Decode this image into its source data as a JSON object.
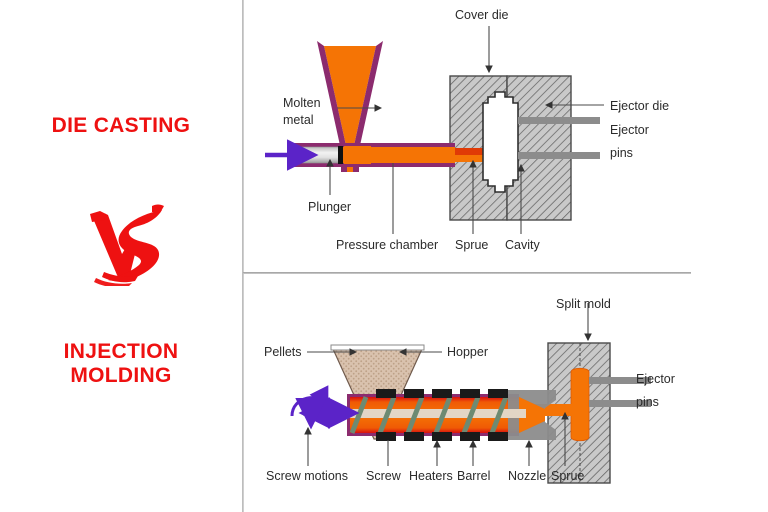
{
  "page": {
    "background": "#ffffff",
    "accent_red": "#ee1111",
    "molten_orange": "#f57405",
    "outline_purple": "#8c2b6e",
    "arrow_purple": "#5b23c8",
    "die_gray": "#c8c8c8",
    "pellet_tan": "#d7bfab",
    "screw_green": "#6d8a72",
    "heater_black": "#1a1a1a",
    "divider_gray": "#a9a9a9"
  },
  "left_panel": {
    "top_title": "DIE CASTING",
    "vs_mark": "VS",
    "bottom_title_line1": "INJECTION",
    "bottom_title_line2": "MOLDING"
  },
  "die_casting": {
    "labels": {
      "cover_die": "Cover die",
      "molten_metal_line1": "Molten",
      "molten_metal_line2": "metal",
      "plunger": "Plunger",
      "pressure_chamber": "Pressure chamber",
      "sprue": "Sprue",
      "cavity": "Cavity",
      "ejector_die": "Ejector die",
      "ejector_pins_line1": "Ejector",
      "ejector_pins_line2": "pins"
    }
  },
  "injection_molding": {
    "labels": {
      "split_mold": "Split mold",
      "pellets": "Pellets",
      "hopper": "Hopper",
      "screw_motions": "Screw motions",
      "screw": "Screw",
      "heaters": "Heaters",
      "barrel": "Barrel",
      "nozzle": "Nozzle",
      "sprue": "Sprue",
      "ejector_pins_line1": "Ejector",
      "ejector_pins_line2": "pins"
    }
  }
}
